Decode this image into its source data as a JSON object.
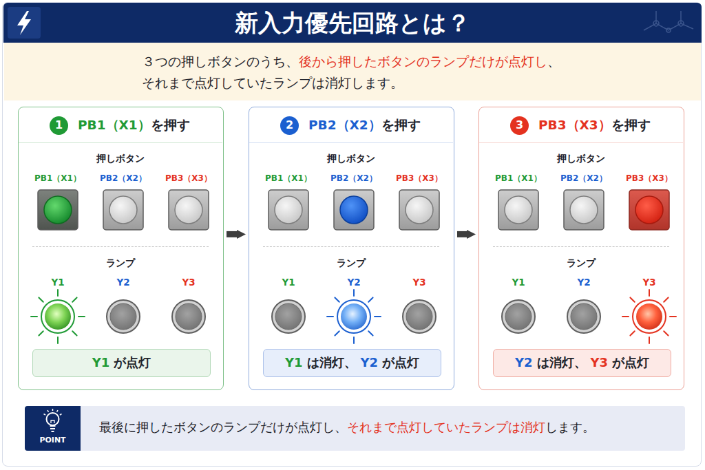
{
  "diagram": {
    "title": "新入力優先回路とは？",
    "nodes": [
      {
        "text": [
          "３つの押しボタンのうち、",
          "後から押したボタンのランプだけが点灯し",
          "、",
          "それまで点灯していたランプは消灯します。"
        ]
      },
      {
        "text": [
          "PB1（X1）",
          "を押す",
          "押しボタン",
          "ランプ"
        ]
      },
      {
        "text": [
          "1"
        ],
        "in": 1
      },
      {
        "text": [
          "PB1（X1）"
        ],
        "in": 1
      },
      {
        "text": [
          "PB2（X2）"
        ],
        "in": 1
      },
      {
        "text": [
          "PB3（X3）"
        ],
        "in": 1
      },
      {
        "text": [
          "Y1"
        ],
        "in": 1
      },
      {
        "text": [
          "Y2"
        ],
        "in": 1
      },
      {
        "text": [
          "Y3"
        ],
        "in": 1
      },
      {
        "text": [
          "Y1",
          "が点灯"
        ],
        "in": 1
      },
      {
        "text": [
          "PB2（X2）",
          "を押す",
          "押しボタン",
          "ランプ"
        ]
      },
      {
        "text": [
          "2"
        ],
        "in": 10
      },
      {
        "text": [
          "PB1（X1）"
        ],
        "in": 10
      },
      {
        "text": [
          "PB2（X2）"
        ],
        "in": 10
      },
      {
        "text": [
          "PB3（X3）"
        ],
        "in": 10
      },
      {
        "text": [
          "Y1"
        ],
        "in": 10
      },
      {
        "text": [
          "Y2"
        ],
        "in": 10
      },
      {
        "text": [
          "Y3"
        ],
        "in": 10
      },
      {
        "text": [
          "Y1",
          "は消灯、",
          "Y2",
          "が点灯"
        ],
        "in": 10
      },
      {
        "text": [
          "PB3（X3）",
          "を押す",
          "押しボタン",
          "ランプ"
        ]
      },
      {
        "text": [
          "3"
        ],
        "in": 19
      },
      {
        "text": [
          "PB1（X1）"
        ],
        "in": 19
      },
      {
        "text": [
          "PB2（X2）"
        ],
        "in": 19
      },
      {
        "text": [
          "PB3（X3）"
        ],
        "in": 19
      },
      {
        "text": [
          "Y1"
        ],
        "in": 19
      },
      {
        "text": [
          "Y2"
        ],
        "in": 19
      },
      {
        "text": [
          "Y3"
        ],
        "in": 19
      },
      {
        "text": [
          "Y2",
          "は消灯、",
          "Y3",
          "が点灯"
        ],
        "in": 19
      },
      {
        "text": [
          "最後に押したボタンのランプだけが点灯し、",
          "それまで点灯していたランプは消灯",
          "します。"
        ]
      },
      {
        "text": [
          "POINT"
        ],
        "in": 28
      }
    ],
    "edges": [
      {
        "from": 1,
        "to": 10,
        "arrow": "to"
      },
      {
        "from": 10,
        "to": 19,
        "arrow": "to"
      }
    ]
  }
}
